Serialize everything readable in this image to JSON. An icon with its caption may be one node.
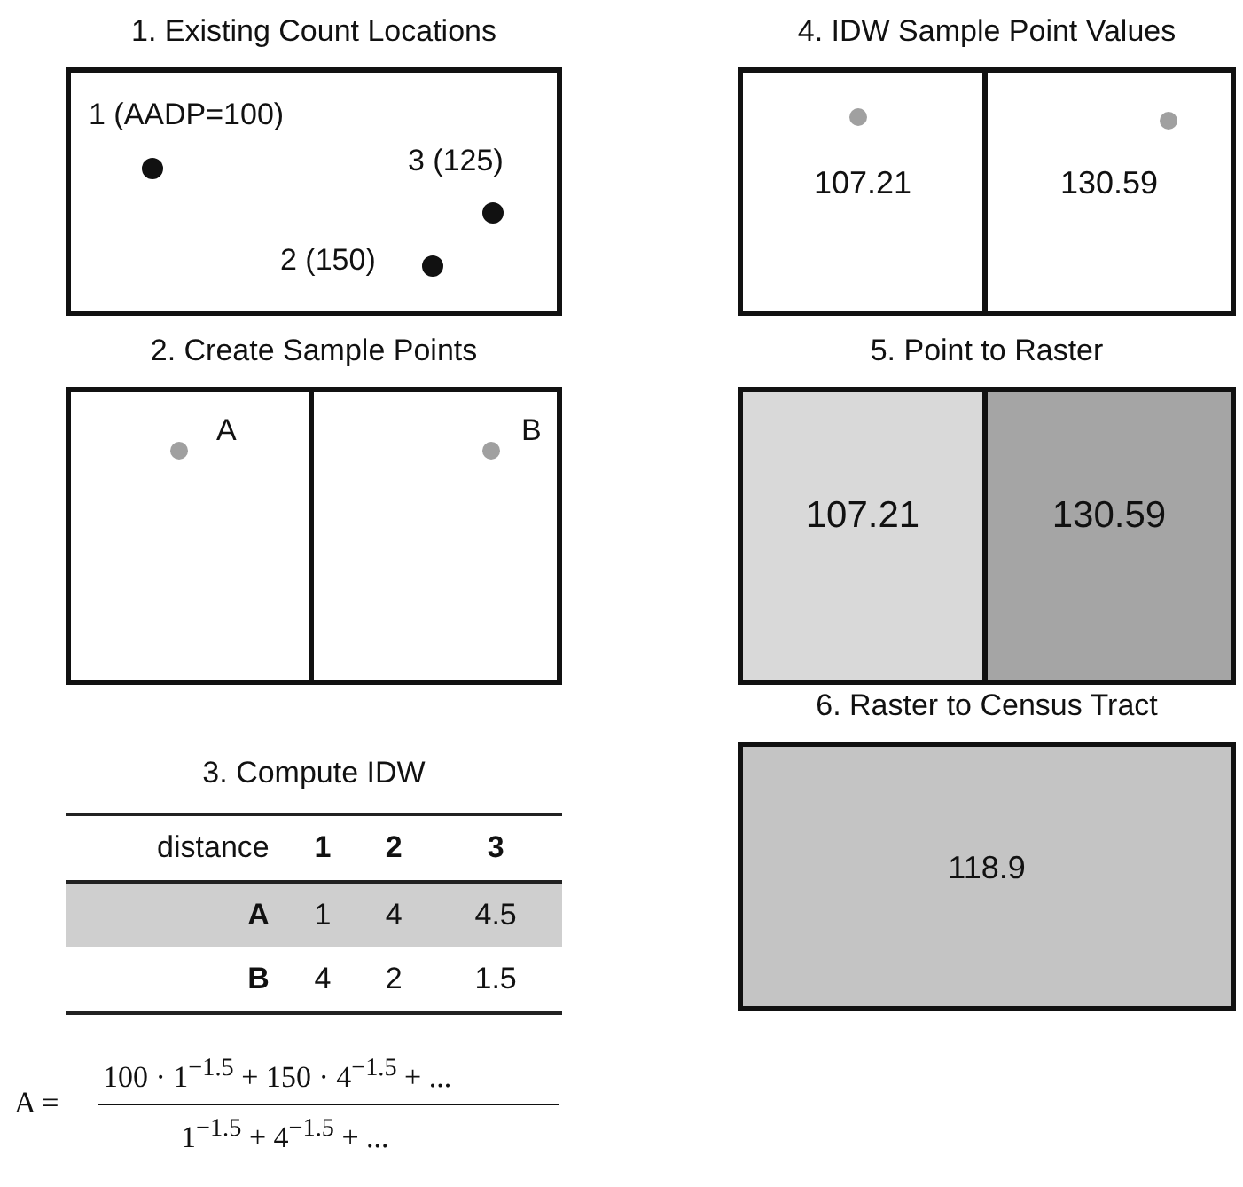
{
  "diagram": {
    "nodes": [
      {
        "text": [
          "1. Existing Count Locations"
        ]
      },
      {
        "text": [],
        "shape": "circle",
        "in": 0,
        "beside": [
          "1 (AADP=100)"
        ]
      },
      {
        "text": [],
        "shape": "circle",
        "in": 0,
        "beside": [
          "3 (125)"
        ]
      },
      {
        "text": [],
        "shape": "circle",
        "in": 0,
        "beside": [
          "2 (150)"
        ]
      },
      {
        "text": [
          "4. IDW Sample Point Values"
        ]
      },
      {
        "text": [
          "107.21"
        ],
        "in": 4
      },
      {
        "text": [],
        "shape": "circle",
        "in": 5
      },
      {
        "text": [
          "130.59"
        ],
        "in": 4
      },
      {
        "text": [],
        "shape": "circle",
        "in": 7
      },
      {
        "text": [
          "2. Create Sample Points"
        ]
      },
      {
        "text": [],
        "shape": "box",
        "in": 9
      },
      {
        "text": [],
        "shape": "circle",
        "in": 10,
        "beside": [
          "A"
        ]
      },
      {
        "text": [],
        "shape": "box",
        "in": 9
      },
      {
        "text": [],
        "shape": "circle",
        "in": 12,
        "beside": [
          "B"
        ]
      },
      {
        "text": [
          "5. Point to Raster"
        ]
      },
      {
        "text": [
          "107.21"
        ],
        "in": 14
      },
      {
        "text": [
          "130.59"
        ],
        "in": 14
      },
      {
        "text": [
          "6. Raster to Census Tract",
          "118.9"
        ]
      }
    ],
    "labels": [
      "3. Compute IDW",
      "distance",
      "1",
      "2",
      "3",
      "A",
      "1",
      "4",
      "4.5",
      "B",
      "4",
      "2",
      "1.5",
      "A =",
      "100 · 1$^{−1.5}$ + 150 · 4$^{−1.5}$ + ...",
      "1$^{−1.5}$ + 4$^{−1.5}$ + ..."
    ]
  }
}
